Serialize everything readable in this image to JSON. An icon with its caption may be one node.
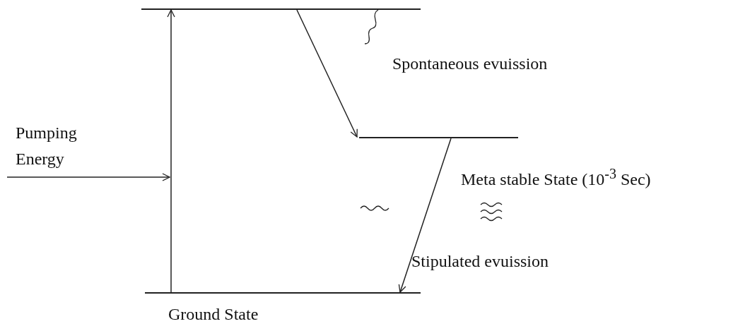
{
  "diagram": {
    "nodes": [
      {
        "text": [],
        "shape": "bar"
      },
      {
        "text": [],
        "shape": "bar",
        "beside": [
          "Meta stable State (10$^{-3}$ Sec)"
        ]
      },
      {
        "text": [],
        "shape": "bar",
        "beside": [
          "Ground State"
        ]
      }
    ],
    "edges": [
      {
        "from": 2,
        "to": 0,
        "arrow": "to"
      },
      {
        "from": 0,
        "to": 1,
        "arrow": "to"
      },
      {
        "from": 1,
        "to": 2,
        "arrow": "to"
      }
    ],
    "labels": [
      "Pumping Energy",
      "Spontaneous evuission",
      "Stipulated evuission"
    ]
  }
}
